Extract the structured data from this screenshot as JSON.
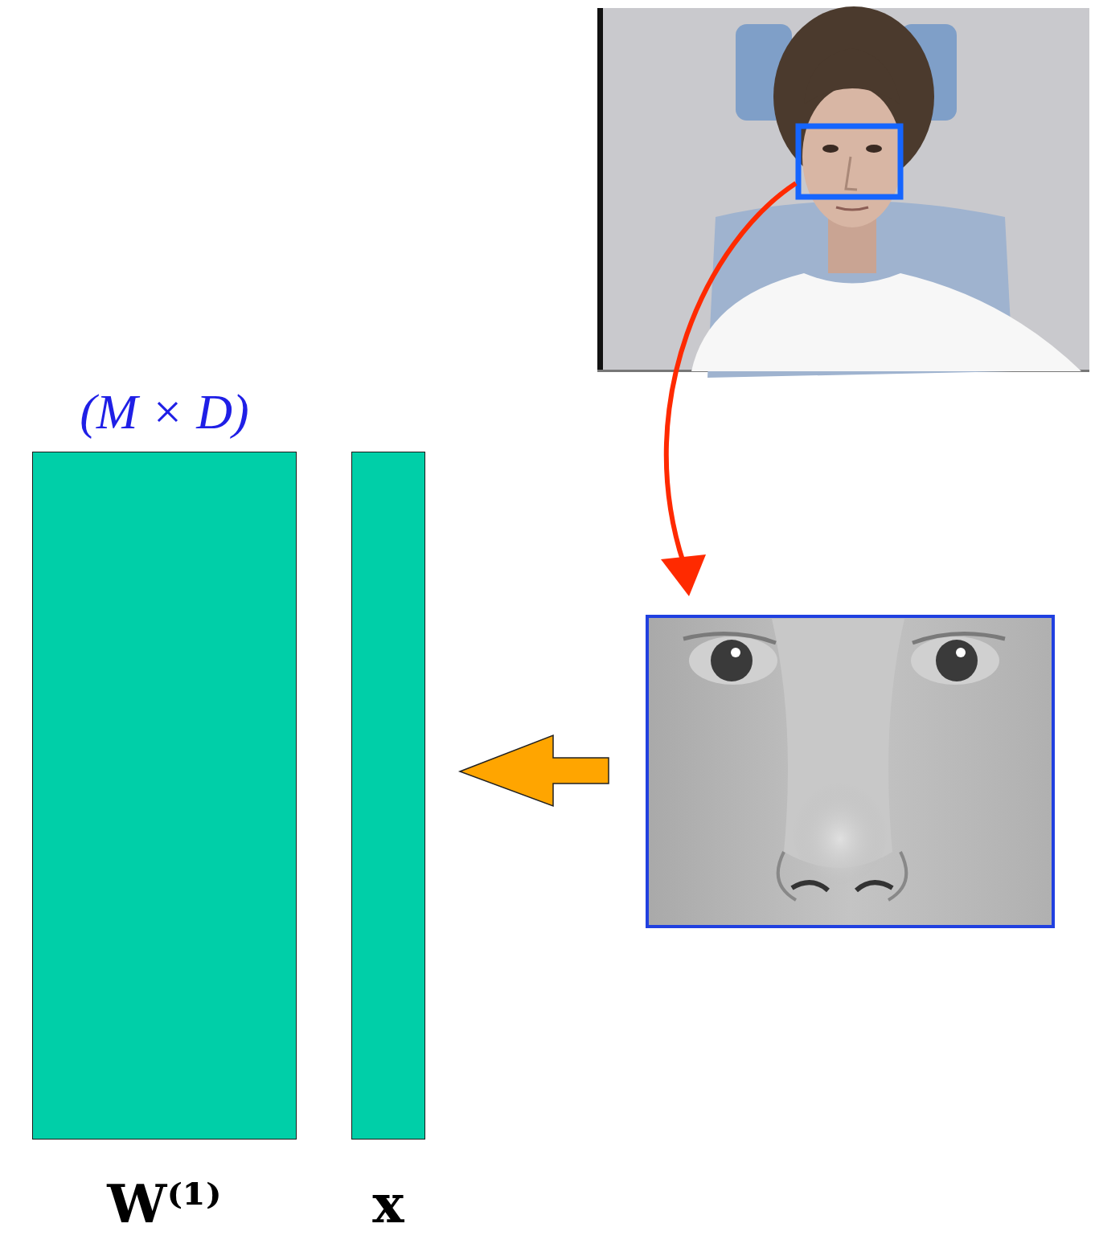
{
  "diagram": {
    "nodes": [
      {
        "text": [
          "(M × D)",
          "W⁽¹⁾"
        ]
      },
      {
        "text": [
          "x"
        ]
      }
    ]
  }
}
